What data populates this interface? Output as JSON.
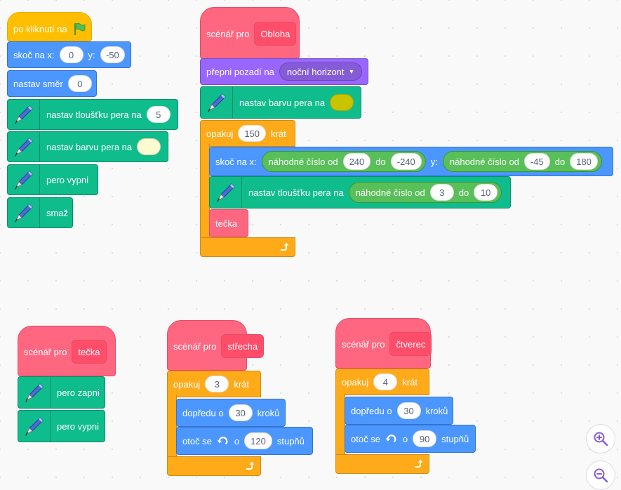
{
  "colors": {
    "events": "#ffbf00",
    "motion": "#4c97ff",
    "looks": "#9966ff",
    "control": "#ffab19",
    "pen": "#0fbd8c",
    "operators": "#59c059",
    "my_blocks": "#ff6680"
  },
  "script1": {
    "when_flag": "po kliknutí na",
    "goto_label": "skoč na x:",
    "goto_x": "0",
    "goto_y_label": "y:",
    "goto_y": "-50",
    "dir_label": "nastav směr",
    "dir_value": "0",
    "pen_size_label": "nastav tloušťku pera na",
    "pen_size_value": "5",
    "pen_color_label": "nastav barvu pera na",
    "pen_color_value": "#fefbd0",
    "pen_up": "pero vypni",
    "clear": "smaž"
  },
  "script2": {
    "define_label": "scénář pro",
    "define_name": "Obloha",
    "backdrop_label": "přepni pozadí na",
    "backdrop_value": "noční horizont",
    "pen_color_label": "nastav barvu pera na",
    "pen_color_value": "#c8c400",
    "repeat_label": "opakuj",
    "repeat_value": "150",
    "repeat_suffix": "krát",
    "goto_label": "skoč na x:",
    "rand1_label": "náhodné číslo od",
    "rand1_from": "240",
    "rand1_to_label": "do",
    "rand1_to": "-240",
    "y_label": "y:",
    "rand2_label": "náhodné číslo od",
    "rand2_from": "-45",
    "rand2_to_label": "do",
    "rand2_to": "180",
    "pen_size_label": "nastav tloušťku pera na",
    "rand3_label": "náhodné číslo od",
    "rand3_from": "3",
    "rand3_to_label": "do",
    "rand3_to": "10",
    "call_tecka": "tečka"
  },
  "script3": {
    "define_label": "scénář pro",
    "define_name": "tečka",
    "pen_down": "pero zapni",
    "pen_up": "pero vypni"
  },
  "script4": {
    "define_label": "scénář pro",
    "define_name": "střecha",
    "repeat_label": "opakuj",
    "repeat_value": "3",
    "repeat_suffix": "krát",
    "move_label": "dopředu o",
    "move_value": "30",
    "move_suffix": "kroků",
    "turn_label": "otoč se",
    "turn_mid": "o",
    "turn_value": "120",
    "turn_suffix": "stupňů"
  },
  "script5": {
    "define_label": "scénář pro",
    "define_name": "čtverec",
    "repeat_label": "opakuj",
    "repeat_value": "4",
    "repeat_suffix": "krát",
    "move_label": "dopředu o",
    "move_value": "30",
    "move_suffix": "kroků",
    "turn_label": "otoč se",
    "turn_mid": "o",
    "turn_value": "90",
    "turn_suffix": "stupňů"
  },
  "zoom": {
    "in_icon": "zoom-in-icon",
    "out_icon": "zoom-out-icon"
  }
}
